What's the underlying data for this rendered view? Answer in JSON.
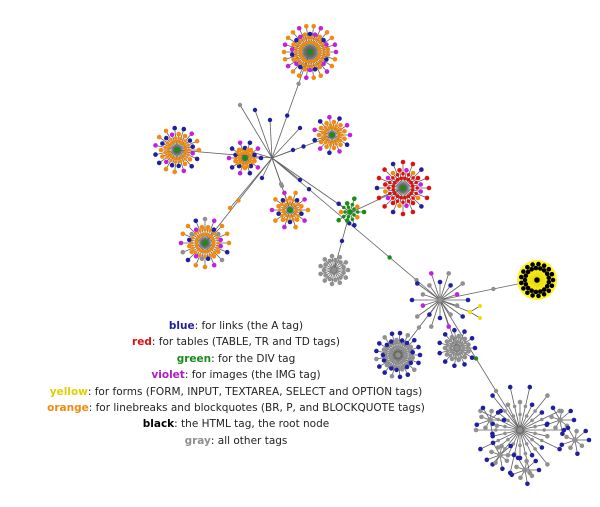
{
  "legend": [
    {
      "key": "blue",
      "color": "#1f1fa0",
      "desc": ": for links (the A tag)"
    },
    {
      "key": "red",
      "color": "#e01010",
      "desc": ": for tables (TABLE, TR and TD tags)"
    },
    {
      "key": "green",
      "color": "#1a8c1a",
      "desc": ": for the DIV tag"
    },
    {
      "key": "violet",
      "color": "#b018c8",
      "desc": ": for images (the IMG tag)"
    },
    {
      "key": "yellow",
      "color": "#e0d000",
      "desc": ": for forms (FORM, INPUT, TEXTAREA, SELECT and OPTION tags)"
    },
    {
      "key": "orange",
      "color": "#f08a10",
      "desc": ": for linebreaks and blockquotes (BR, P, and BLOCKQUOTE tags)"
    },
    {
      "key": "black",
      "color": "#000000",
      "desc": ": the HTML tag, the root node"
    },
    {
      "key": "gray",
      "color": "#909090",
      "desc": ": all other tags"
    }
  ],
  "colors": {
    "blue": "#1f1fa0",
    "red": "#e01010",
    "green": "#1a8c1a",
    "violet": "#c020e0",
    "yellow": "#f0e000",
    "orange": "#f08a10",
    "black": "#000000",
    "gray": "#909090",
    "edge": "#606060"
  }
}
